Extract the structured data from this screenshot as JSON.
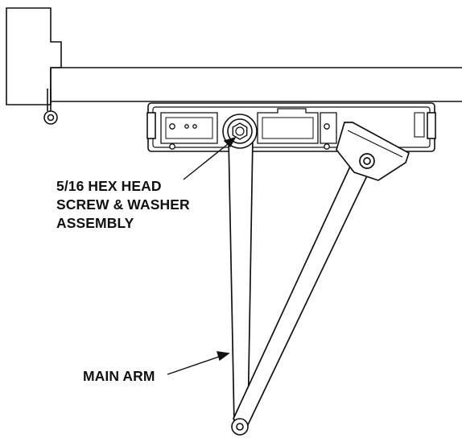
{
  "labels": {
    "screw_line1": "5/16 HEX HEAD",
    "screw_line2": "SCREW & WASHER",
    "screw_line3": "ASSEMBLY",
    "main_arm": "MAIN ARM"
  },
  "colors": {
    "stroke": "#111111",
    "fill": "#ffffff",
    "detail": "#333333"
  }
}
